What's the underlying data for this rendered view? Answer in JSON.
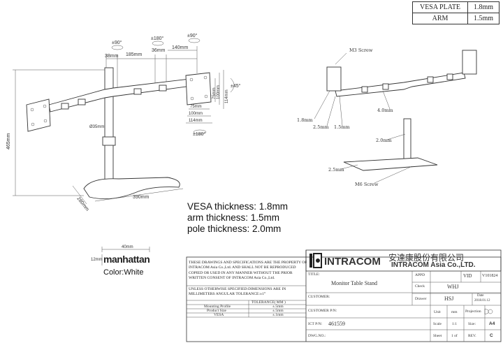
{
  "spec_table": [
    {
      "key": "VESA PLATE",
      "value": "1.8mm"
    },
    {
      "key": "ARM",
      "value": "1.5mm"
    }
  ],
  "left_view": {
    "dims_top": [
      "38mm",
      "185mm",
      "36mm",
      "140mm"
    ],
    "rot_top": [
      "±90°",
      "±180°",
      "±90°"
    ],
    "dims_plate_v": [
      "75mm",
      "100mm",
      "114mm"
    ],
    "dims_plate_h": [
      "75mm",
      "100mm",
      "114mm"
    ],
    "tilt": "±45°",
    "rot_bottom": "±180°",
    "height": "465mm",
    "pole": "Ø35mm",
    "base_depth": "280mm",
    "base_width": "390mm"
  },
  "right_view": {
    "labels": [
      "M3 Screw",
      "1.8mm",
      "2.5mm",
      "1.5mm",
      "4.0mm",
      "2.0mm",
      "2.5mm",
      "M6 Screw"
    ]
  },
  "thickness": [
    "VESA thickness: 1.8mm",
    "arm thickness: 1.5mm",
    "pole thickness: 2.0mm"
  ],
  "logo": {
    "width": "40mm",
    "height": "12mm",
    "brand": "manhattan",
    "color": "Color:White"
  },
  "notes": {
    "copyright": "THESE DRAWINGS AND SPECIFICATIONS ARE THE PROPERTY OF INTRACOM Asia Co.,Ltd. AND SHALL NOT BE REPRODUCED COPIED OR USED IN ANY MANNER WITHOUT THE PRIOR WRITTEN CONSENT OF INTRACOM Asia Co.,Ltd.",
    "tolerance": "UNLESS OTHERWISE SPECIFIED:DIMENSIONS ARE IN MILLIMETERS ANGULAR TOLERANCE:±1°",
    "tol_header": "TOLERANCE( MM )",
    "tol_rows": [
      {
        "name": "Mounting Profile",
        "value": "±.5mm"
      },
      {
        "name": "Product Size",
        "value": "±.5mm"
      },
      {
        "name": "VESA",
        "value": "±.1mm"
      }
    ]
  },
  "title_block": {
    "company_logo": "INTRACOM",
    "company_cn": "安達康股份有限公司",
    "company_en": "INTRACOM Asia Co.,LTD.",
    "title_label": "TITLE:",
    "title": "Monitor Table Stand",
    "appd": "APPD",
    "vid": "VID",
    "vid_value": "V101824",
    "check": "Check",
    "check_value": "WHJ",
    "drawer": "Drawer",
    "drawer_value": "HSJ",
    "date_label": "Date",
    "date_value": "2018.01.12",
    "customer": "CUSTOMER:",
    "customer_pn": "CUSTOMER P/N:",
    "unit": "Unit",
    "unit_value": "mm",
    "projection": "Projection",
    "icp": "ICT P/N:",
    "icp_value": "461559",
    "scale": "Scale",
    "scale_value": "1:1",
    "size": "Size:",
    "size_value": "A4",
    "dwg": "DWG.NO.:",
    "sheet": "Sheet",
    "sheet_value": "1 of",
    "rev": "REV.",
    "rev_value": "C"
  }
}
